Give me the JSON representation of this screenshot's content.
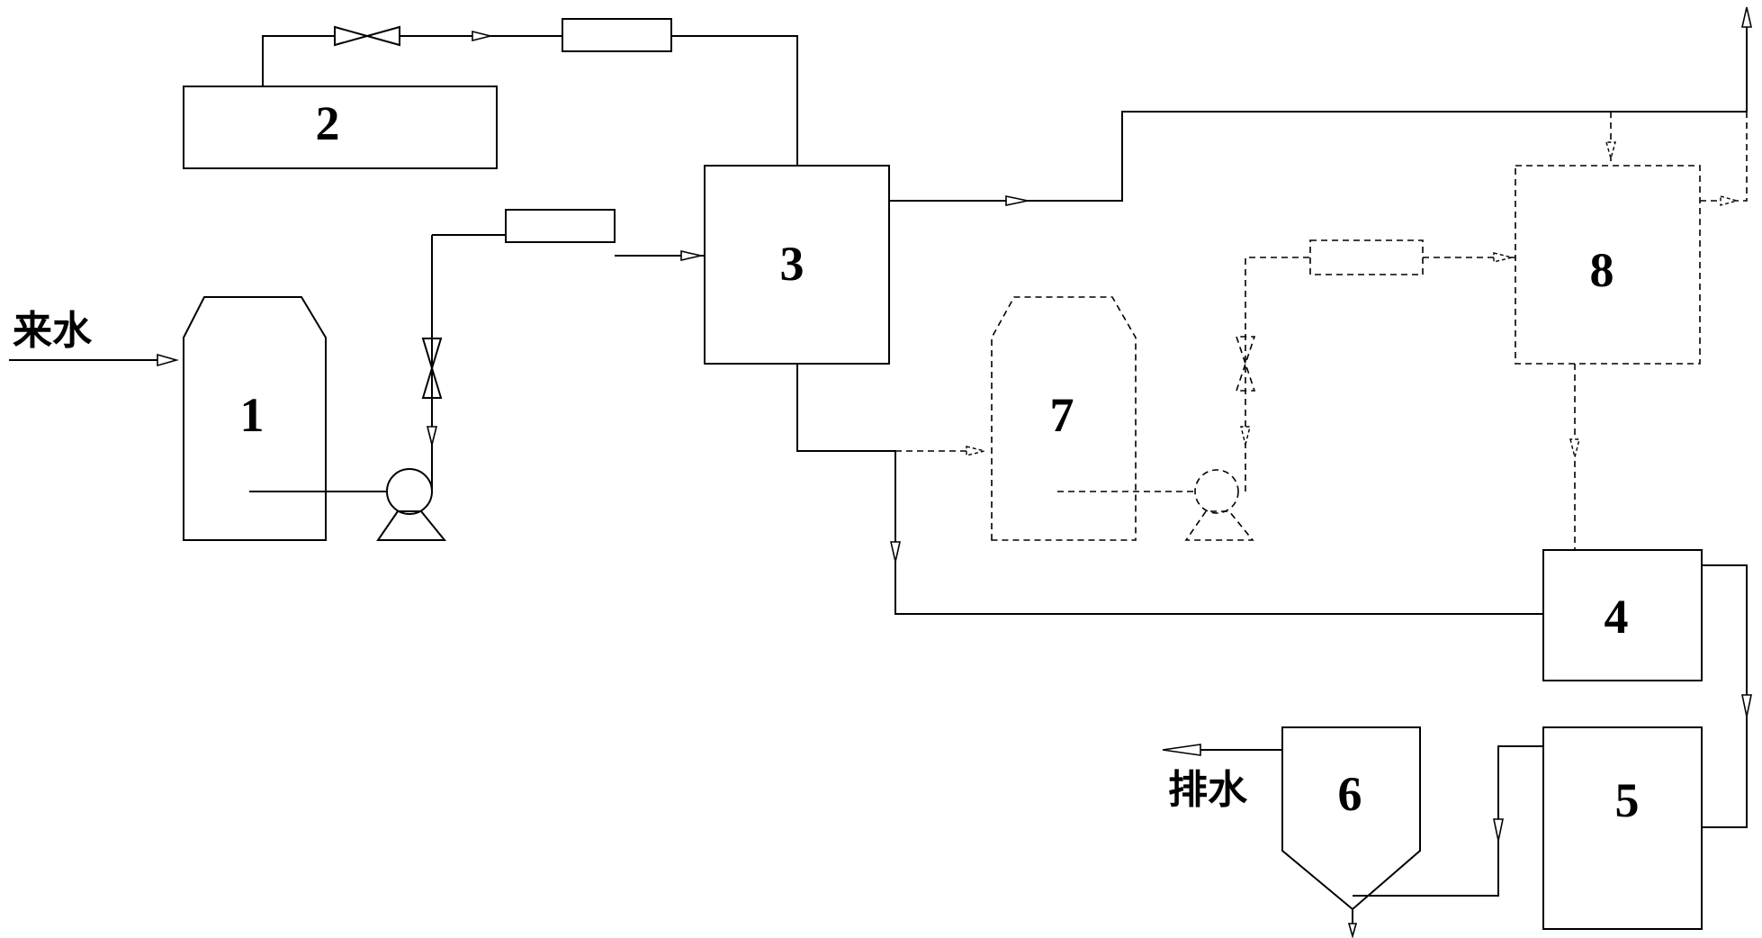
{
  "diagram": {
    "labels": {
      "inlet": "来水",
      "outlet": "排水",
      "unit1": "1",
      "unit2": "2",
      "unit3": "3",
      "unit4": "4",
      "unit5": "5",
      "unit6": "6",
      "unit7": "7",
      "unit8": "8"
    },
    "line_styles": {
      "solid": "existing flow path",
      "dashed": "alternative flow path (units 7, 8)"
    }
  }
}
